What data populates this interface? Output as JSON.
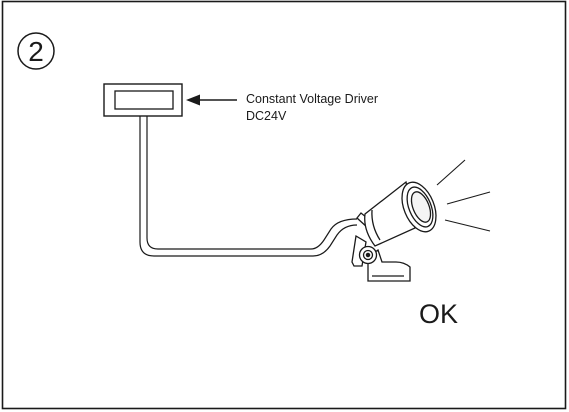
{
  "step": {
    "number": "2"
  },
  "driver": {
    "label_line1": "Constant Voltage Driver",
    "label_line2": "DC24V"
  },
  "result": {
    "label": "OK"
  },
  "colors": {
    "line": "#1a1a1a",
    "background": "#ffffff"
  },
  "icons": {
    "driver": "driver-box-icon",
    "lamp": "spotlight-lamp-icon",
    "arrow": "arrow-left-icon"
  }
}
